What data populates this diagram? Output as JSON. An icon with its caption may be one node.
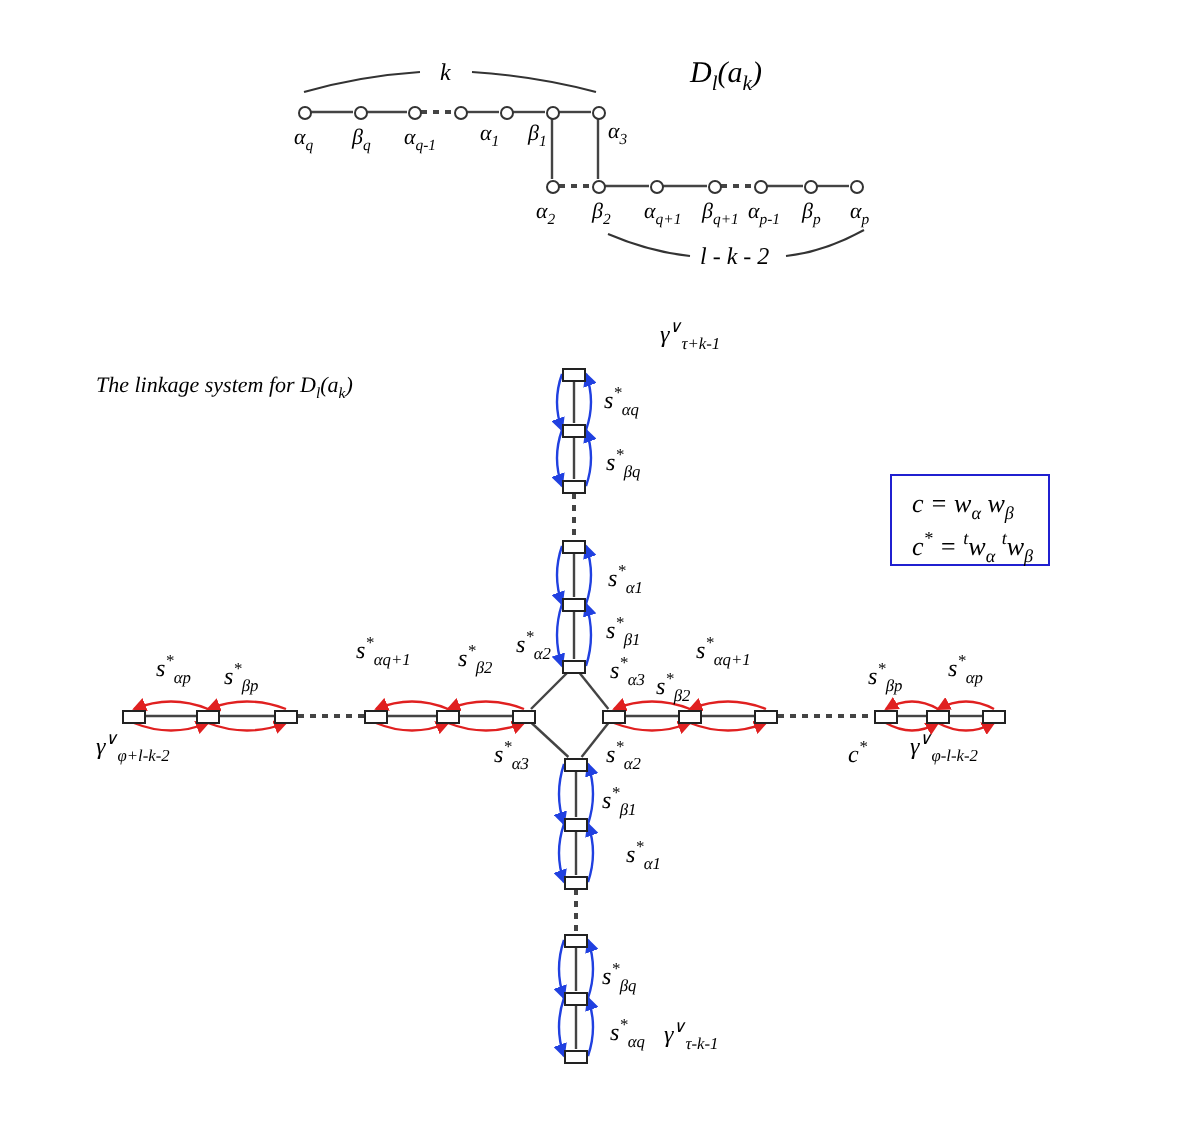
{
  "diagram": {
    "nodes": [
      {
        "text": [
          "α$_{q}$"
        ]
      },
      {
        "text": [
          "β$_{q}$"
        ]
      },
      {
        "text": [
          "α$_{q-1}$"
        ]
      },
      {
        "text": [],
        "shape": "circle"
      },
      {
        "text": [
          "α$_{1}$"
        ]
      },
      {
        "text": [
          "β$_{1}$"
        ]
      },
      {
        "text": [
          "α$_{3}$"
        ]
      },
      {
        "text": [
          "α$_{2}$"
        ]
      },
      {
        "text": [
          "β$_{2}$"
        ]
      },
      {
        "text": [
          "α$_{q+1}$"
        ]
      },
      {
        "text": [
          "β$_{q+1}$"
        ]
      },
      {
        "text": [
          "α$_{p-1}$"
        ]
      },
      {
        "text": [
          "β$_{p}$"
        ]
      },
      {
        "text": [
          "α$_{p}$"
        ]
      },
      {
        "text": [],
        "shape": "box"
      },
      {
        "text": [],
        "shape": "box"
      },
      {
        "text": [],
        "shape": "box"
      },
      {
        "text": [],
        "shape": "box"
      },
      {
        "text": [],
        "shape": "box"
      },
      {
        "text": [],
        "shape": "box"
      },
      {
        "text": [],
        "shape": "box"
      },
      {
        "text": [],
        "shape": "box"
      },
      {
        "text": [],
        "shape": "box"
      },
      {
        "text": [],
        "shape": "box"
      },
      {
        "text": [],
        "shape": "box"
      },
      {
        "text": [],
        "shape": "box"
      },
      {
        "text": [],
        "shape": "box"
      },
      {
        "text": [],
        "shape": "box"
      },
      {
        "text": [],
        "shape": "box"
      },
      {
        "text": [],
        "shape": "box"
      },
      {
        "text": [],
        "shape": "box"
      },
      {
        "text": [],
        "shape": "box"
      },
      {
        "text": [],
        "shape": "box"
      },
      {
        "text": [],
        "shape": "box"
      },
      {
        "text": [],
        "shape": "box"
      },
      {
        "text": [],
        "shape": "box"
      },
      {
        "text": [],
        "shape": "box"
      },
      {
        "text": [],
        "shape": "box"
      },
      {
        "text": [
          "c = w$_{α}$ w$_{β}$",
          "c$^{*}$ = $^{t}$w$_{α}$ $^{t}$w$_{β}$"
        ]
      }
    ],
    "edges": [
      {
        "from": 0,
        "to": 1,
        "arrow": "none"
      },
      {
        "from": 1,
        "to": 2,
        "arrow": "none"
      },
      {
        "from": 2,
        "to": 3,
        "arrow": "none",
        "style": "dashed"
      },
      {
        "from": 3,
        "to": 4,
        "arrow": "none"
      },
      {
        "from": 4,
        "to": 5,
        "arrow": "none"
      },
      {
        "from": 5,
        "to": 6,
        "arrow": "none"
      },
      {
        "from": 5,
        "to": 7,
        "arrow": "none"
      },
      {
        "from": 6,
        "to": 8,
        "arrow": "none"
      },
      {
        "from": 7,
        "to": 8,
        "arrow": "none",
        "style": "dashed"
      },
      {
        "from": 8,
        "to": 9,
        "arrow": "none"
      },
      {
        "from": 9,
        "to": 10,
        "arrow": "none"
      },
      {
        "from": 10,
        "to": 11,
        "arrow": "none",
        "style": "dashed"
      },
      {
        "from": 11,
        "to": 12,
        "arrow": "none"
      },
      {
        "from": 12,
        "to": 13,
        "arrow": "none"
      },
      {
        "from": 14,
        "to": 15,
        "arrow": "none"
      },
      {
        "from": 15,
        "to": 16,
        "arrow": "none"
      },
      {
        "from": 16,
        "to": 17,
        "arrow": "none",
        "style": "dashed"
      },
      {
        "from": 17,
        "to": 18,
        "arrow": "none"
      },
      {
        "from": 18,
        "to": 19,
        "arrow": "none"
      },
      {
        "from": 19,
        "to": 25,
        "arrow": "none"
      },
      {
        "from": 19,
        "to": 26,
        "arrow": "none"
      },
      {
        "from": 25,
        "to": 32,
        "arrow": "none"
      },
      {
        "from": 26,
        "to": 32,
        "arrow": "none"
      },
      {
        "from": 20,
        "to": 21,
        "arrow": "none"
      },
      {
        "from": 21,
        "to": 22,
        "arrow": "none"
      },
      {
        "from": 22,
        "to": 23,
        "arrow": "none",
        "style": "dashed"
      },
      {
        "from": 23,
        "to": 24,
        "arrow": "none"
      },
      {
        "from": 24,
        "to": 25,
        "arrow": "none"
      },
      {
        "from": 26,
        "to": 27,
        "arrow": "none"
      },
      {
        "from": 27,
        "to": 28,
        "arrow": "none"
      },
      {
        "from": 28,
        "to": 29,
        "arrow": "none",
        "style": "dashed"
      },
      {
        "from": 29,
        "to": 30,
        "arrow": "none"
      },
      {
        "from": 30,
        "to": 31,
        "arrow": "none"
      },
      {
        "from": 32,
        "to": 33,
        "arrow": "none"
      },
      {
        "from": 33,
        "to": 34,
        "arrow": "none"
      },
      {
        "from": 34,
        "to": 35,
        "arrow": "none",
        "style": "dashed"
      },
      {
        "from": 35,
        "to": 36,
        "arrow": "none"
      },
      {
        "from": 36,
        "to": 37,
        "arrow": "none"
      },
      {
        "from": 14,
        "to": 15,
        "arrow": "to",
        "color": "#2040e0"
      },
      {
        "from": 15,
        "to": 14,
        "arrow": "to",
        "color": "#2040e0"
      },
      {
        "from": 15,
        "to": 16,
        "arrow": "to",
        "color": "#2040e0"
      },
      {
        "from": 16,
        "to": 15,
        "arrow": "to",
        "color": "#2040e0"
      },
      {
        "from": 17,
        "to": 18,
        "arrow": "to",
        "color": "#2040e0"
      },
      {
        "from": 18,
        "to": 17,
        "arrow": "to",
        "color": "#2040e0"
      },
      {
        "from": 18,
        "to": 19,
        "arrow": "to",
        "color": "#2040e0"
      },
      {
        "from": 19,
        "to": 18,
        "arrow": "to",
        "color": "#2040e0"
      },
      {
        "from": 20,
        "to": 21,
        "arrow": "to",
        "color": "#e02020"
      },
      {
        "from": 21,
        "to": 20,
        "arrow": "to",
        "color": "#e02020"
      },
      {
        "from": 21,
        "to": 22,
        "arrow": "to",
        "color": "#e02020"
      },
      {
        "from": 22,
        "to": 21,
        "arrow": "to",
        "color": "#e02020"
      },
      {
        "from": 23,
        "to": 24,
        "arrow": "to",
        "color": "#e02020"
      },
      {
        "from": 24,
        "to": 23,
        "arrow": "to",
        "color": "#e02020"
      },
      {
        "from": 24,
        "to": 25,
        "arrow": "to",
        "color": "#e02020"
      },
      {
        "from": 25,
        "to": 24,
        "arrow": "to",
        "color": "#e02020"
      },
      {
        "from": 26,
        "to": 27,
        "arrow": "to",
        "color": "#e02020"
      },
      {
        "from": 27,
        "to": 26,
        "arrow": "to",
        "color": "#e02020"
      },
      {
        "from": 27,
        "to": 28,
        "arrow": "to",
        "color": "#e02020"
      },
      {
        "from": 28,
        "to": 27,
        "arrow": "to",
        "color": "#e02020"
      },
      {
        "from": 29,
        "to": 30,
        "arrow": "to",
        "color": "#e02020"
      },
      {
        "from": 30,
        "to": 29,
        "arrow": "to",
        "color": "#e02020"
      },
      {
        "from": 30,
        "to": 31,
        "arrow": "to",
        "color": "#e02020"
      },
      {
        "from": 31,
        "to": 30,
        "arrow": "to",
        "color": "#e02020"
      },
      {
        "from": 32,
        "to": 33,
        "arrow": "to",
        "color": "#2040e0"
      },
      {
        "from": 33,
        "to": 32,
        "arrow": "to",
        "color": "#2040e0"
      },
      {
        "from": 33,
        "to": 34,
        "arrow": "to",
        "color": "#2040e0"
      },
      {
        "from": 34,
        "to": 33,
        "arrow": "to",
        "color": "#2040e0"
      },
      {
        "from": 35,
        "to": 36,
        "arrow": "to",
        "color": "#2040e0"
      },
      {
        "from": 36,
        "to": 35,
        "arrow": "to",
        "color": "#2040e0"
      },
      {
        "from": 36,
        "to": 37,
        "arrow": "to",
        "color": "#2040e0"
      },
      {
        "from": 37,
        "to": 36,
        "arrow": "to",
        "color": "#2040e0"
      }
    ],
    "labels": [
      "k",
      "D$_{l}$(a$_{k}$)",
      "l - k - 2",
      "The linkage system for D$_{l}$(a$_{k}$)",
      "γ$^{∨}$$_{τ+k-1}$",
      "s$^{*}$$_{αq}$",
      "s$^{*}$$_{βq}$",
      "s$^{*}$$_{α1}$",
      "s$^{*}$$_{β1}$",
      "s$^{*}$$_{αp}$",
      "s$^{*}$$_{βp}$",
      "s$^{*}$$_{αq+1}$",
      "s$^{*}$$_{β2}$",
      "s$^{*}$$_{α2}$",
      "s$^{*}$$_{α3}$",
      "s$^{*}$$_{β2}$",
      "s$^{*}$$_{αq+1}$",
      "s$^{*}$$_{βp}$",
      "s$^{*}$$_{αp}$",
      "γ$^{∨}$$_{φ+l-k-2}$",
      "s$^{*}$$_{α3}$",
      "s$^{*}$$_{α2}$",
      "c$^{*}$",
      "γ$^{∨}$$_{φ-l-k-2}$",
      "s$^{*}$$_{β1}$",
      "s$^{*}$$_{α1}$",
      "s$^{*}$$_{βq}$",
      "s$^{*}$$_{αq}$",
      "γ$^{∨}$$_{τ-k-1}$"
    ]
  }
}
